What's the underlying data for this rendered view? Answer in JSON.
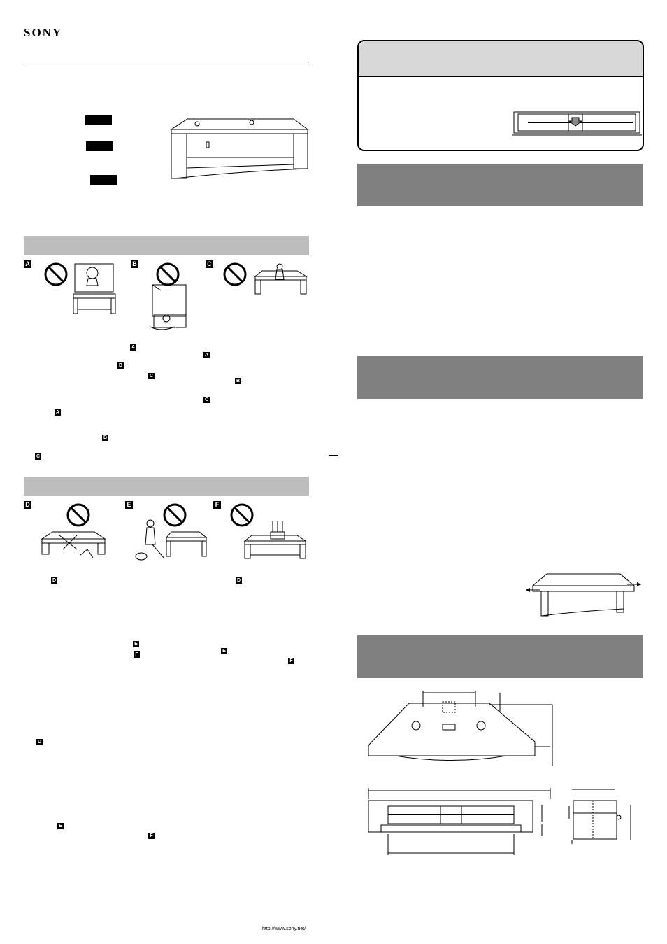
{
  "header": {
    "brand": "SONY",
    "language_tabs": [
      "",
      "",
      ""
    ]
  },
  "sections": {
    "left_1": {
      "heading": ""
    },
    "left_2": {
      "heading": ""
    },
    "right_note": {
      "heading": ""
    },
    "right_1": {
      "heading": ""
    },
    "right_2": {
      "heading": ""
    },
    "right_3": {
      "heading": ""
    }
  },
  "figure_letters": [
    "A",
    "B",
    "C",
    "D",
    "E",
    "F"
  ],
  "inline_refs": {
    "p1": [
      "A",
      "A",
      "B",
      "C",
      "B",
      "C",
      "A",
      "B",
      "C"
    ],
    "p2": [
      "D",
      "D",
      "E",
      "E",
      "F",
      "F",
      "D",
      "E",
      "F"
    ]
  },
  "icons": {
    "prohibition": "prohibition-icon",
    "arrow": "arrow-down-icon"
  },
  "footer": {
    "url": "http://www.sony.net/"
  },
  "colors": {
    "light_band": "#bdbdbd",
    "dark_band": "#808080",
    "note_head": "#d8d8d8"
  }
}
